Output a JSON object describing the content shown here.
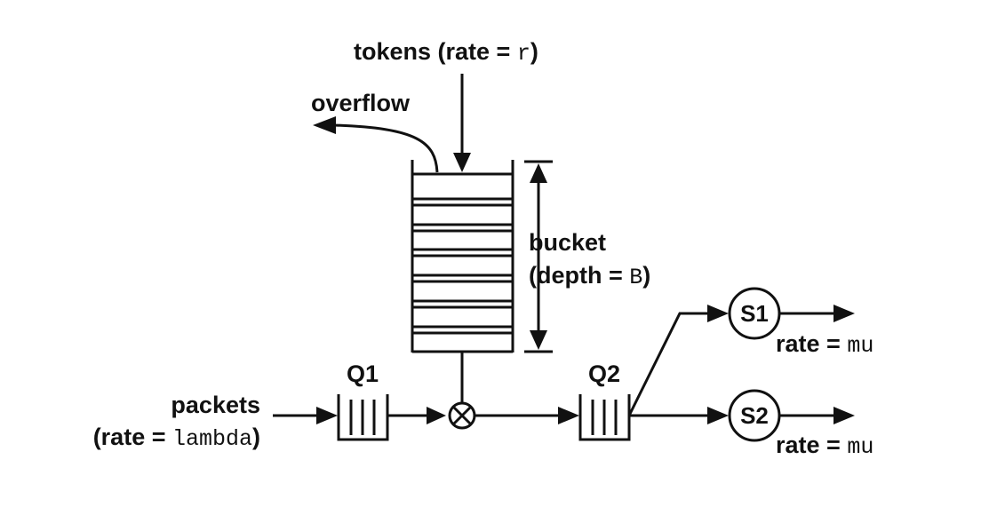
{
  "labels": {
    "tokens_prefix": "tokens (rate = ",
    "tokens_var": "r",
    "tokens_suffix": ")",
    "overflow": "overflow",
    "bucket": "bucket",
    "depth_prefix": "(depth = ",
    "depth_var": "B",
    "depth_suffix": ")",
    "packets": "packets",
    "packets_rate_prefix": "(rate = ",
    "packets_rate_var": "lambda",
    "packets_rate_suffix": ")",
    "q1": "Q1",
    "q2": "Q2",
    "s1": "S1",
    "s2": "S2",
    "rate_prefix": "rate = ",
    "rate_var": "mu"
  }
}
